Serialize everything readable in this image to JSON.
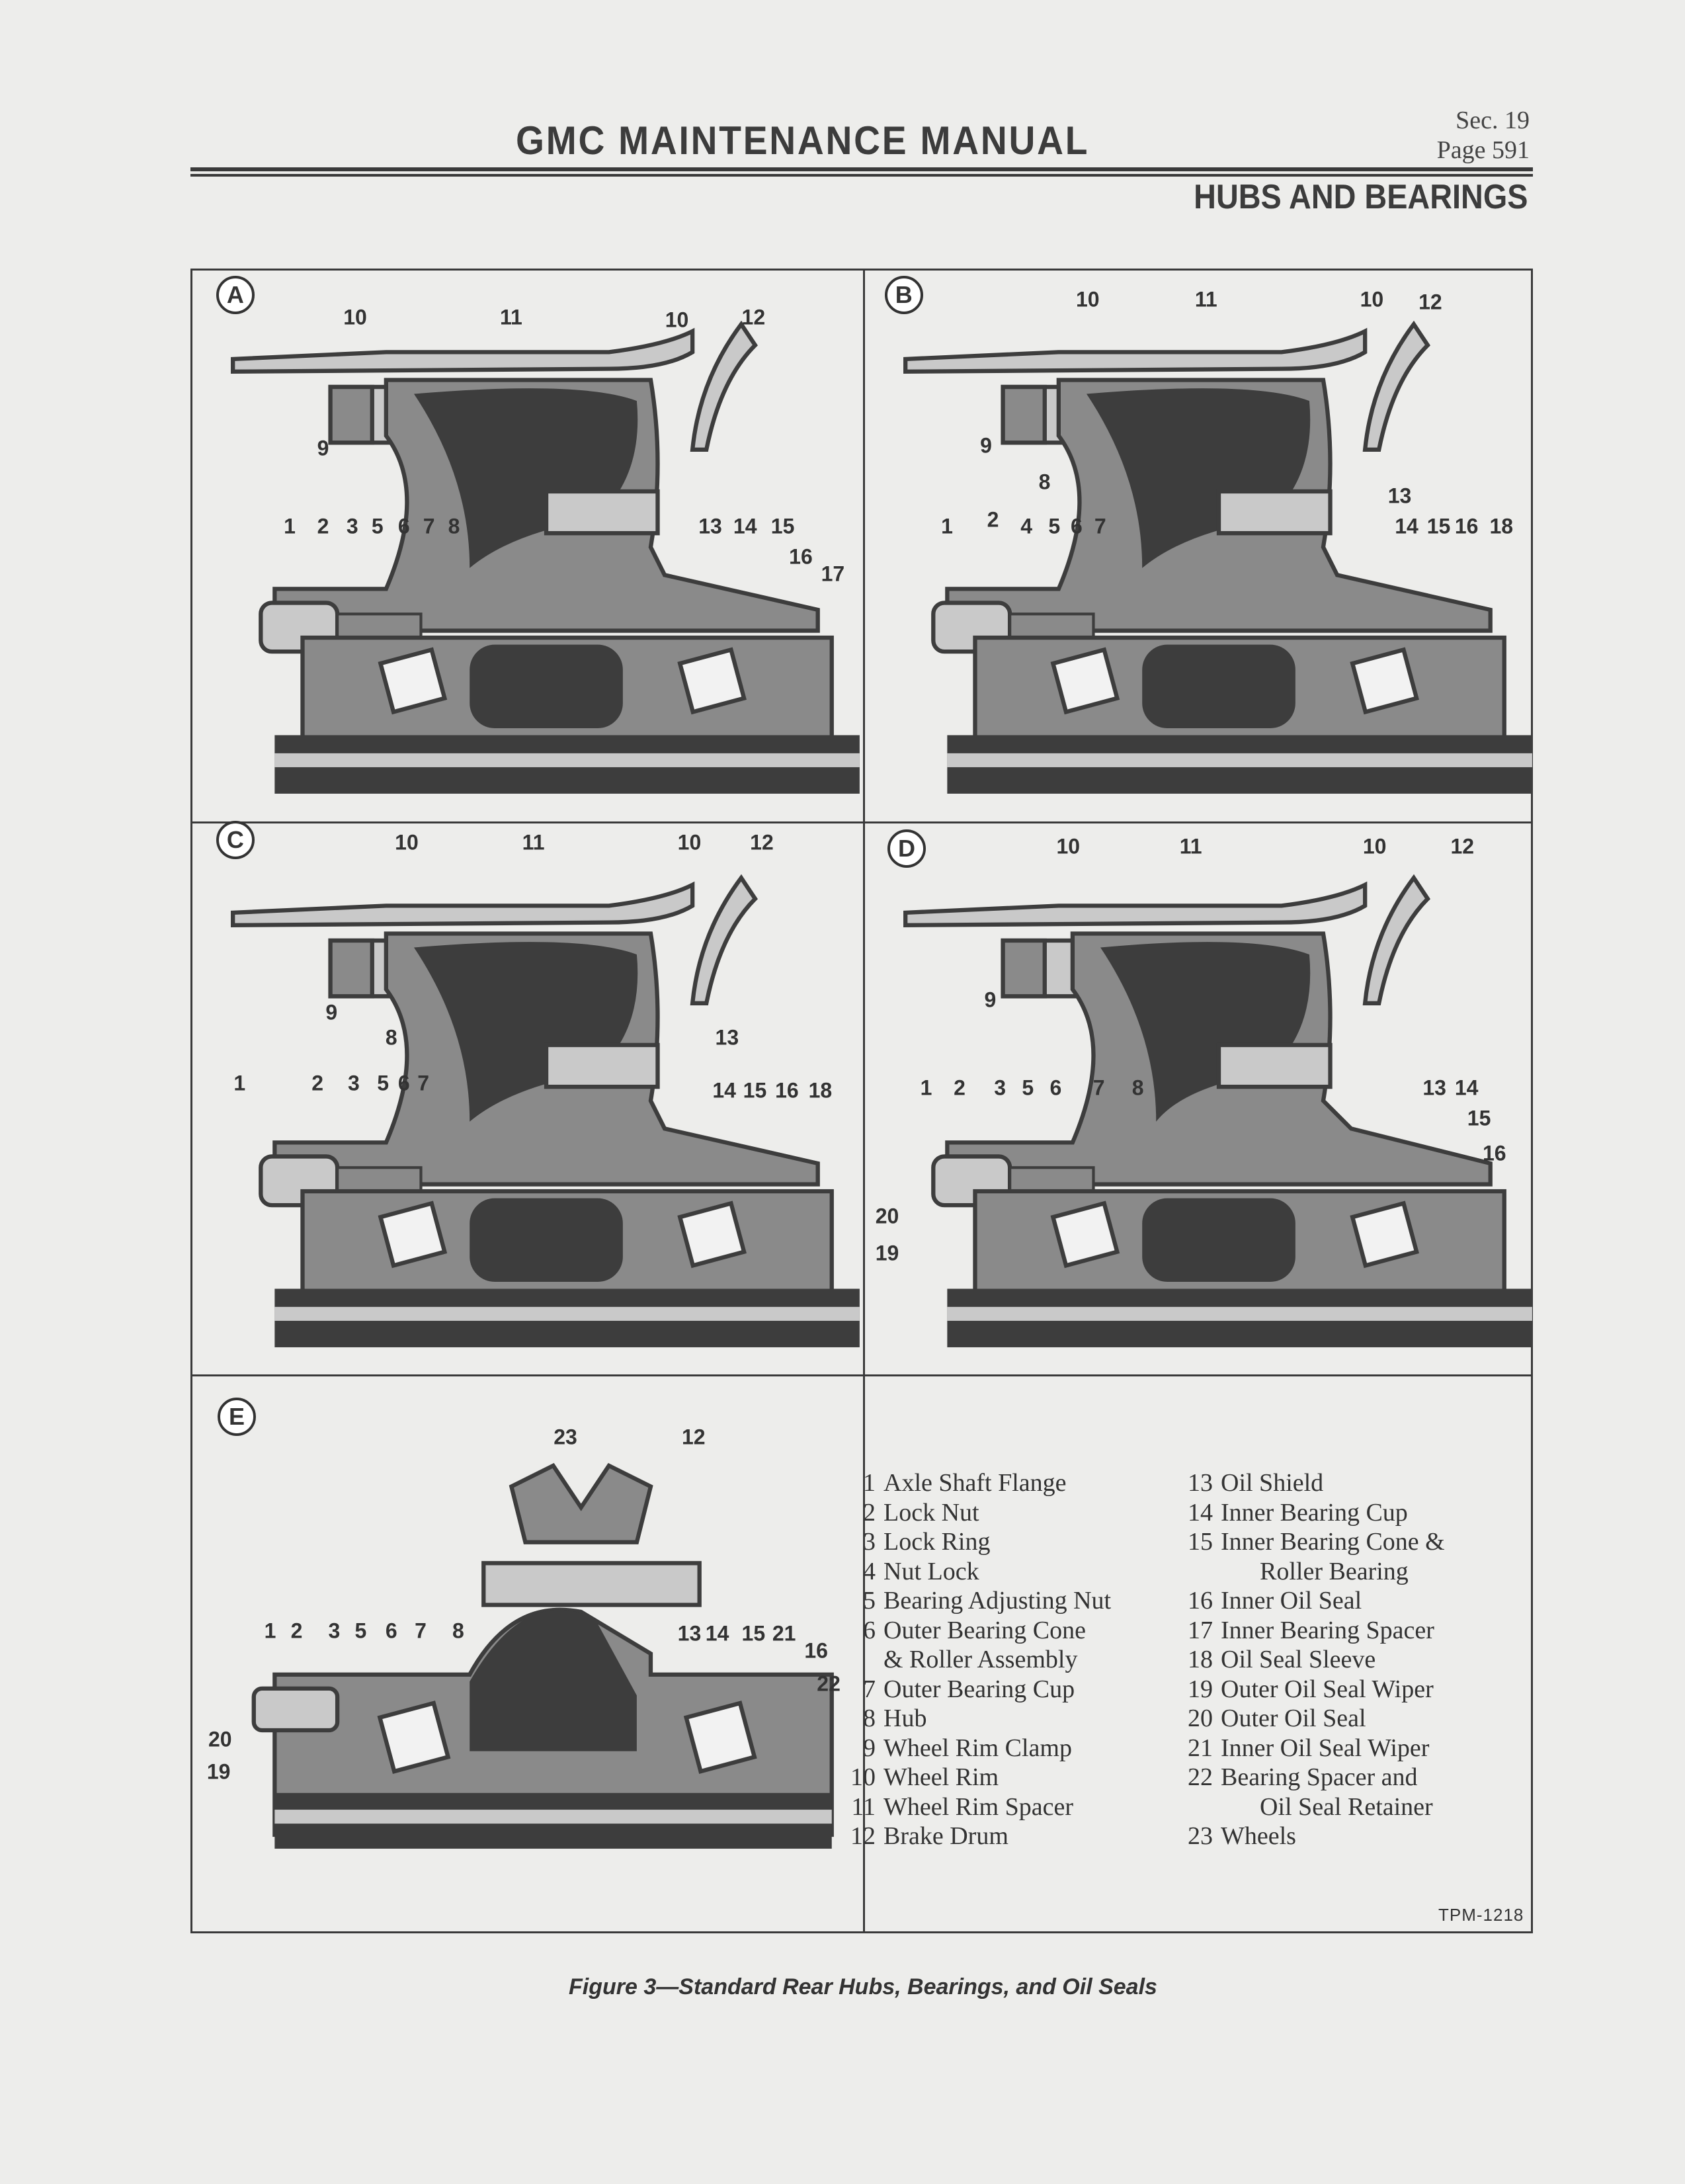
{
  "header": {
    "title": "GMC MAINTENANCE MANUAL",
    "section": "Sec. 19",
    "page": "Page 591",
    "subtitle": "HUBS AND BEARINGS"
  },
  "figure": {
    "panels": [
      {
        "label": "A",
        "callouts": [
          "10",
          "11",
          "10",
          "12",
          "9",
          "1",
          "2",
          "3",
          "5",
          "6",
          "7",
          "8",
          "13",
          "14",
          "15",
          "16",
          "17"
        ]
      },
      {
        "label": "B",
        "callouts": [
          "10",
          "11",
          "10",
          "12",
          "9",
          "8",
          "13",
          "1",
          "2",
          "4",
          "5",
          "6",
          "7",
          "14",
          "15",
          "16",
          "18"
        ]
      },
      {
        "label": "C",
        "callouts": [
          "10",
          "11",
          "10",
          "12",
          "9",
          "8",
          "13",
          "1",
          "2",
          "3",
          "5",
          "6",
          "7",
          "14",
          "15",
          "16",
          "18"
        ]
      },
      {
        "label": "D",
        "callouts": [
          "10",
          "11",
          "10",
          "12",
          "9",
          "1",
          "2",
          "3",
          "5",
          "6",
          "7",
          "8",
          "13",
          "14",
          "15",
          "16",
          "20",
          "19"
        ]
      },
      {
        "label": "E",
        "callouts": [
          "23",
          "12",
          "1",
          "2",
          "3",
          "5",
          "6",
          "7",
          "8",
          "13",
          "14",
          "15",
          "21",
          "16",
          "22",
          "20",
          "19"
        ]
      }
    ],
    "legend_left": [
      {
        "num": "1",
        "text": "Axle Shaft Flange"
      },
      {
        "num": "2",
        "text": "Lock  Nut"
      },
      {
        "num": "3",
        "text": "Lock  Ring"
      },
      {
        "num": "4",
        "text": "Nut  Lock"
      },
      {
        "num": "5",
        "text": "Bearing Adjusting Nut"
      },
      {
        "num": "6",
        "text": "Outer Bearing Cone",
        "cont": "& Roller Assembly"
      },
      {
        "num": "7",
        "text": "Outer Bearing Cup"
      },
      {
        "num": "8",
        "text": "Hub"
      },
      {
        "num": "9",
        "text": "Wheel Rim Clamp"
      },
      {
        "num": "10",
        "text": "Wheel Rim"
      },
      {
        "num": "11",
        "text": "Wheel Rim Spacer"
      },
      {
        "num": "12",
        "text": "Brake Drum"
      }
    ],
    "legend_right": [
      {
        "num": "13",
        "text": "Oil  Shield"
      },
      {
        "num": "14",
        "text": "Inner Bearing Cup"
      },
      {
        "num": "15",
        "text": "Inner Bearing Cone &",
        "cont": "Roller  Bearing"
      },
      {
        "num": "16",
        "text": "Inner Oil Seal"
      },
      {
        "num": "17",
        "text": "Inner Bearing Spacer"
      },
      {
        "num": "18",
        "text": "Oil Seal Sleeve"
      },
      {
        "num": "19",
        "text": "Outer Oil Seal Wiper"
      },
      {
        "num": "20",
        "text": "Outer Oil Seal"
      },
      {
        "num": "21",
        "text": "Inner Oil Seal Wiper"
      },
      {
        "num": "22",
        "text": "Bearing Spacer and",
        "cont": "Oil Seal Retainer"
      },
      {
        "num": "23",
        "text": "Wheels"
      }
    ],
    "code": "TPM-1218",
    "caption": "Figure 3—Standard Rear Hubs, Bearings, and Oil Seals"
  }
}
